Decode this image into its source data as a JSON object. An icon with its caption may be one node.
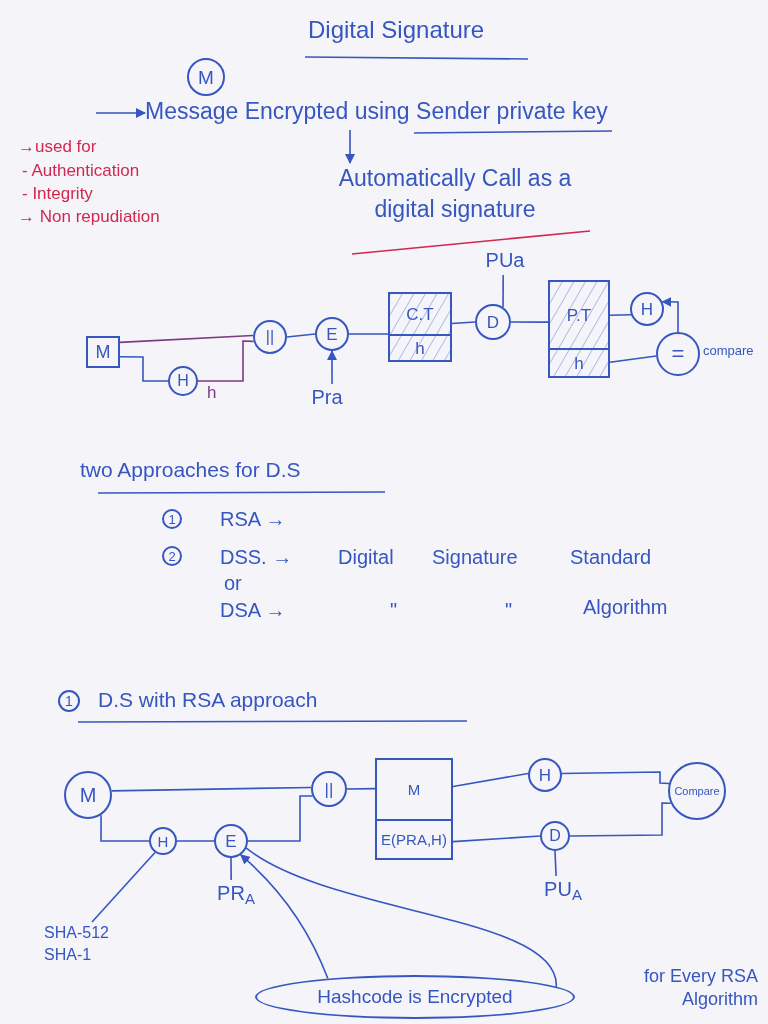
{
  "diagram": {
    "title": "Digital Signature",
    "nodes": [
      {
        "text": [
          "M"
        ]
      },
      {
        "text": [
          "Message Encrypted using Sender private key"
        ]
      },
      {
        "text": [
          "Automatically Call as a digital signature"
        ]
      },
      {
        "text": [
          "M"
        ]
      },
      {
        "text": [
          "H"
        ],
        "beside": [
          "h"
        ]
      },
      {
        "text": [
          "||"
        ]
      },
      {
        "text": [
          "E"
        ]
      },
      {
        "text": [
          "Pra"
        ]
      },
      {
        "text": [
          "C.T",
          "h"
        ]
      },
      {
        "text": [
          "PUa"
        ]
      },
      {
        "text": [
          "D"
        ]
      },
      {
        "text": [
          "P.T",
          "h"
        ]
      },
      {
        "text": [
          "H"
        ]
      },
      {
        "text": [
          "="
        ],
        "beside": [
          "compare"
        ]
      },
      {
        "text": [
          "M"
        ]
      },
      {
        "text": [
          "H"
        ]
      },
      {
        "text": [
          "E"
        ]
      },
      {
        "text": [
          "||"
        ]
      },
      {
        "text": [
          "M",
          "E(PRA,H)"
        ]
      },
      {
        "text": [
          "H"
        ]
      },
      {
        "text": [
          "D"
        ]
      },
      {
        "text": [
          "Compare"
        ]
      },
      {
        "text": [
          "PR$_{A}$"
        ]
      },
      {
        "text": [
          "PU$_{A}$"
        ]
      },
      {
        "text": [
          "SHA-512 SHA-1"
        ]
      },
      {
        "text": [
          "Hashcode is Encrypted"
        ]
      }
    ],
    "edges": [
      {
        "from": null,
        "to": 1,
        "arrow": "to"
      },
      {
        "from": 1,
        "to": 2,
        "arrow": "to"
      },
      {
        "from": 3,
        "to": 5,
        "arrow": "none",
        "color": "#7b3b80"
      },
      {
        "from": 3,
        "to": 4,
        "arrow": "none"
      },
      {
        "from": 4,
        "to": 5,
        "arrow": "none",
        "color": "#7b3b80"
      },
      {
        "from": 5,
        "to": 6,
        "arrow": "none"
      },
      {
        "from": 7,
        "to": 6,
        "arrow": "to"
      },
      {
        "from": 6,
        "to": 8,
        "arrow": "none"
      },
      {
        "from": 8,
        "to": 10,
        "arrow": "none"
      },
      {
        "from": 9,
        "to": 10,
        "arrow": "none"
      },
      {
        "from": 10,
        "to": 11,
        "arrow": "none"
      },
      {
        "from": 11,
        "to": 12,
        "arrow": "none"
      },
      {
        "from": 13,
        "to": 12,
        "arrow": "to"
      },
      {
        "from": 11,
        "to": 13,
        "arrow": "none"
      },
      {
        "from": 14,
        "to": 17,
        "arrow": "none"
      },
      {
        "from": 14,
        "to": 15,
        "arrow": "none"
      },
      {
        "from": 15,
        "to": 16,
        "arrow": "none"
      },
      {
        "from": 16,
        "to": 17,
        "arrow": "none"
      },
      {
        "from": 17,
        "to": 18,
        "arrow": "none"
      },
      {
        "from": 18,
        "to": 19,
        "arrow": "none"
      },
      {
        "from": 18,
        "to": 20,
        "arrow": "none"
      },
      {
        "from": 19,
        "to": 21,
        "arrow": "none"
      },
      {
        "from": 20,
        "to": 21,
        "arrow": "none"
      },
      {
        "from": 22,
        "to": 16,
        "arrow": "none"
      },
      {
        "from": 23,
        "to": 20,
        "arrow": "none"
      },
      {
        "from": 24,
        "to": 15,
        "arrow": "none"
      },
      {
        "from": 25,
        "to": 16,
        "arrow": "to"
      },
      {
        "from": 25,
        "to": 16,
        "arrow": "none"
      }
    ],
    "labels": [
      "→used for",
      "- Authentication",
      "- Integrity",
      "→ Non repudiation",
      "two Approaches for D.S",
      "1",
      "RSA →",
      "2",
      "DSS. →",
      "Digital",
      "Signature",
      "Standard",
      "or",
      "DSA →",
      "\"",
      "\"",
      "Algorithm",
      "1",
      "D.S with RSA approach",
      "for Every RSA Algorithm"
    ]
  }
}
